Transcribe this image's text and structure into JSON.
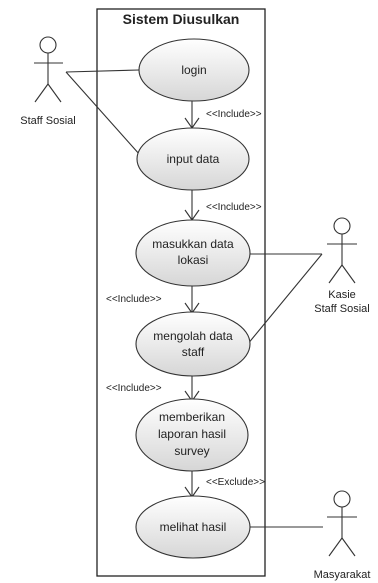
{
  "system": {
    "title": "Sistem Diusulkan"
  },
  "use_cases": {
    "login": "login",
    "input_data": "input data",
    "masukkan_line1": "masukkan data",
    "masukkan_line2": "lokasi",
    "mengolah_line1": "mengolah data",
    "mengolah_line2": "staff",
    "laporan_line1": "memberikan",
    "laporan_line2": "laporan hasil",
    "laporan_line3": "survey",
    "melihat": "melihat hasil"
  },
  "actors": {
    "staff_sosial": "Staff Sosial",
    "kasie_line1": "Kasie",
    "kasie_line2": "Staff Sosial",
    "masyarakat": "Masyarakat"
  },
  "relations": {
    "include_1": "<<Include>>",
    "include_2": "<<Include>>",
    "include_3": "<<Include>>",
    "include_4": "<<Include>>",
    "exclude_1": "<<Exclude>>"
  },
  "colors": {
    "ellipse_fill_top": "#ffffff",
    "ellipse_fill_bottom": "#d9d9d9",
    "stroke": "#333333",
    "frame": "#222222"
  }
}
